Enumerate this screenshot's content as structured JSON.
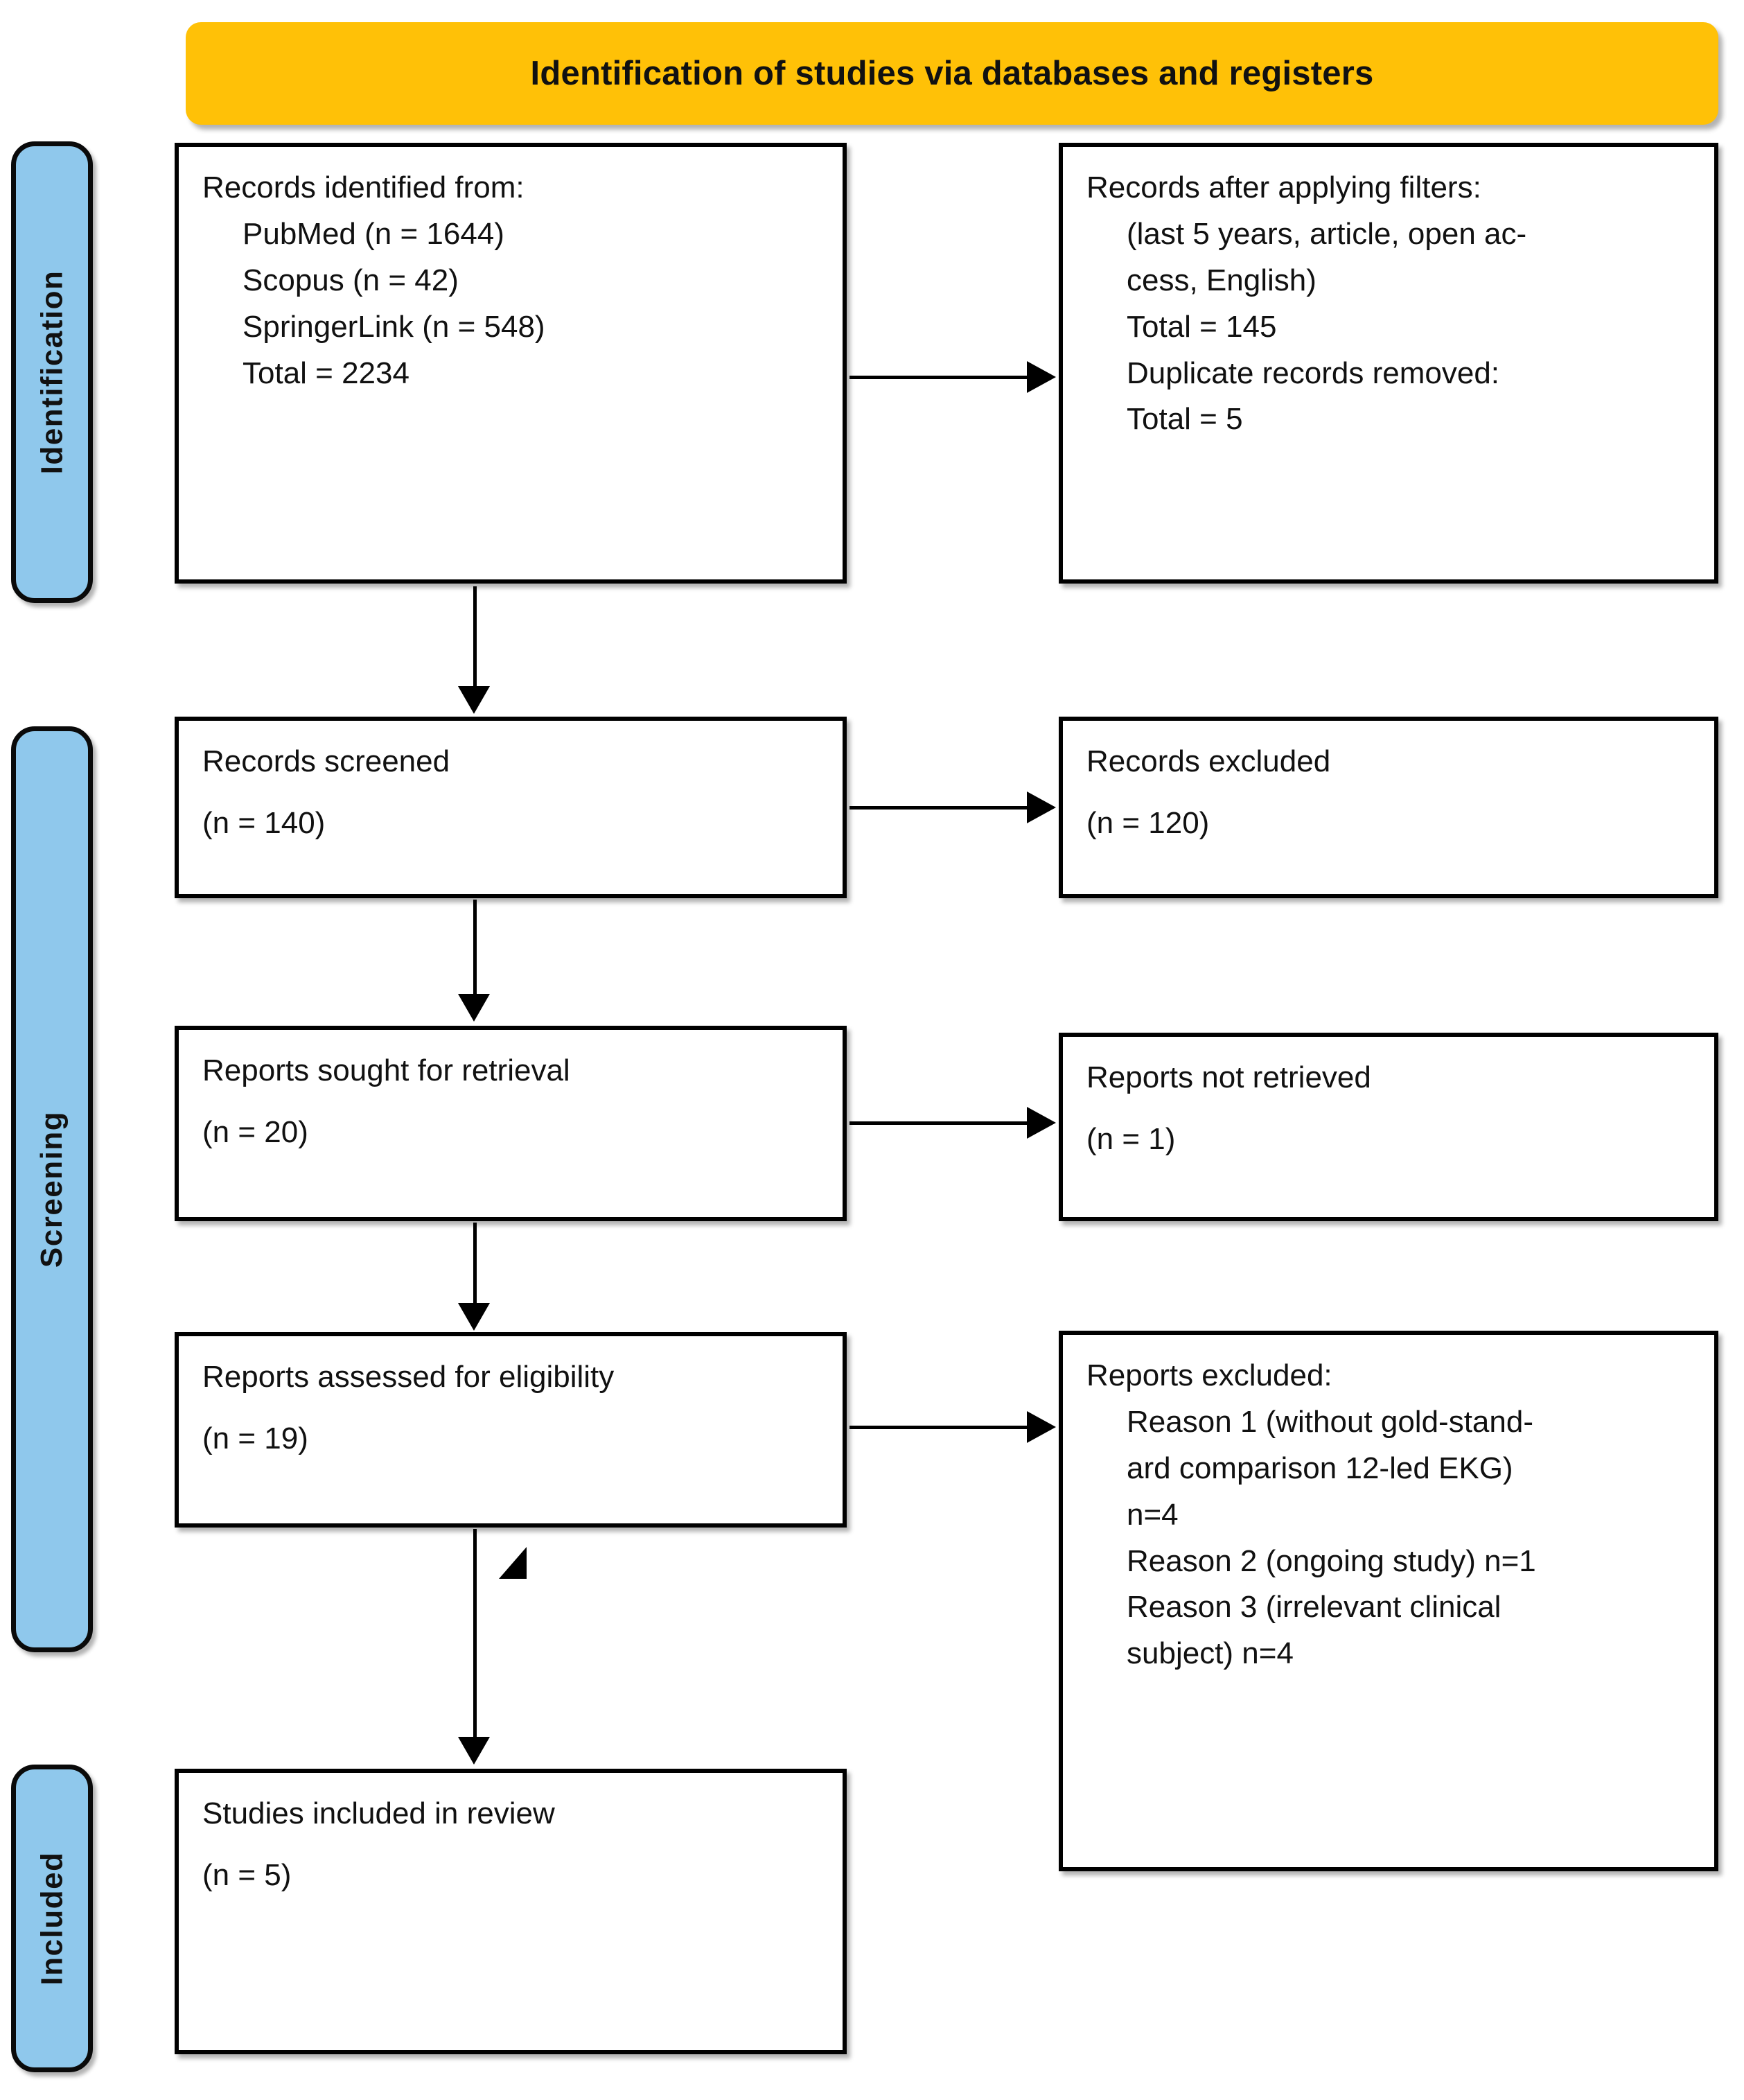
{
  "banner": {
    "title": "Identification of studies via databases and registers"
  },
  "phases": {
    "identification": "Identification",
    "screening": "Screening",
    "included": "Included"
  },
  "boxes": {
    "identified": {
      "title": "Records identified from:",
      "lines": [
        "PubMed (n = 1644)",
        "Scopus (n = 42)",
        "SpringerLink (n = 548)",
        "Total = 2234"
      ]
    },
    "filters": {
      "title": "Records after applying filters:",
      "lines": [
        "(last 5 years, article, open ac-",
        "cess, English)",
        "Total = 145",
        "Duplicate records removed:",
        "Total = 5"
      ]
    },
    "screened": {
      "title": "Records screened",
      "count": "(n = 140)"
    },
    "records_excluded": {
      "title": "Records excluded",
      "count": "(n = 120)"
    },
    "sought": {
      "title": "Reports sought for retrieval",
      "count": "(n = 20)"
    },
    "not_retrieved": {
      "title": "Reports not retrieved",
      "count": "(n = 1)"
    },
    "assessed": {
      "title": "Reports assessed for eligibility",
      "count": "(n = 19)"
    },
    "reports_excluded": {
      "title": "Reports excluded:",
      "reasons": [
        "Reason 1 (without gold-stand-",
        "ard  comparison  12-led  EKG)",
        "n=4",
        "Reason 2 (ongoing study) n=1",
        "Reason  3  (irrelevant  clinical",
        "subject) n=4"
      ]
    },
    "included": {
      "title": "Studies included in review",
      "count": "(n = 5)"
    }
  },
  "colors": {
    "banner": "#FFC107",
    "phase": "#8FC8EC",
    "stroke": "#000000"
  }
}
